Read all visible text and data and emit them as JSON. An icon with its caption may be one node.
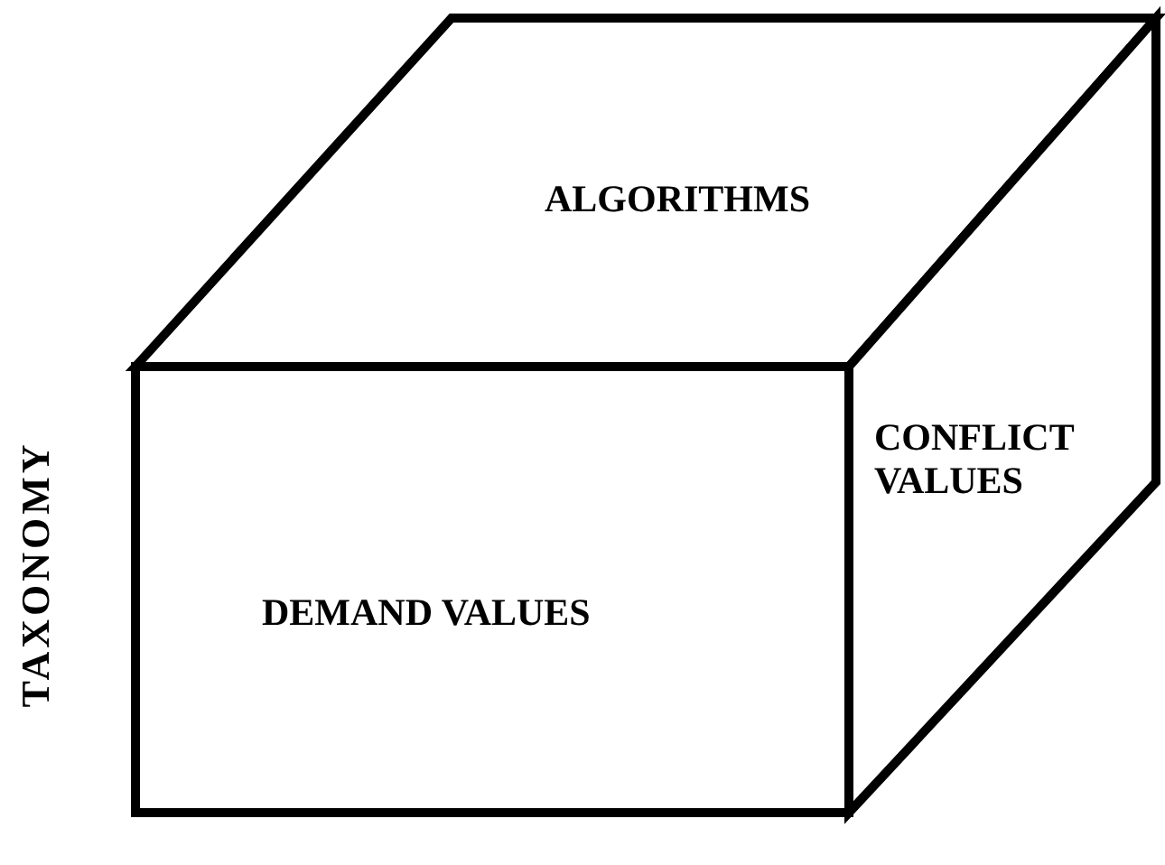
{
  "diagram": {
    "nodes": [
      {
        "text": [
          "ALGORITHMS"
        ]
      },
      {
        "text": [
          "DEMAND VALUES"
        ]
      },
      {
        "text": [
          "CONFLICT VALUES"
        ]
      }
    ],
    "labels": [
      "TAXONOMY"
    ]
  }
}
